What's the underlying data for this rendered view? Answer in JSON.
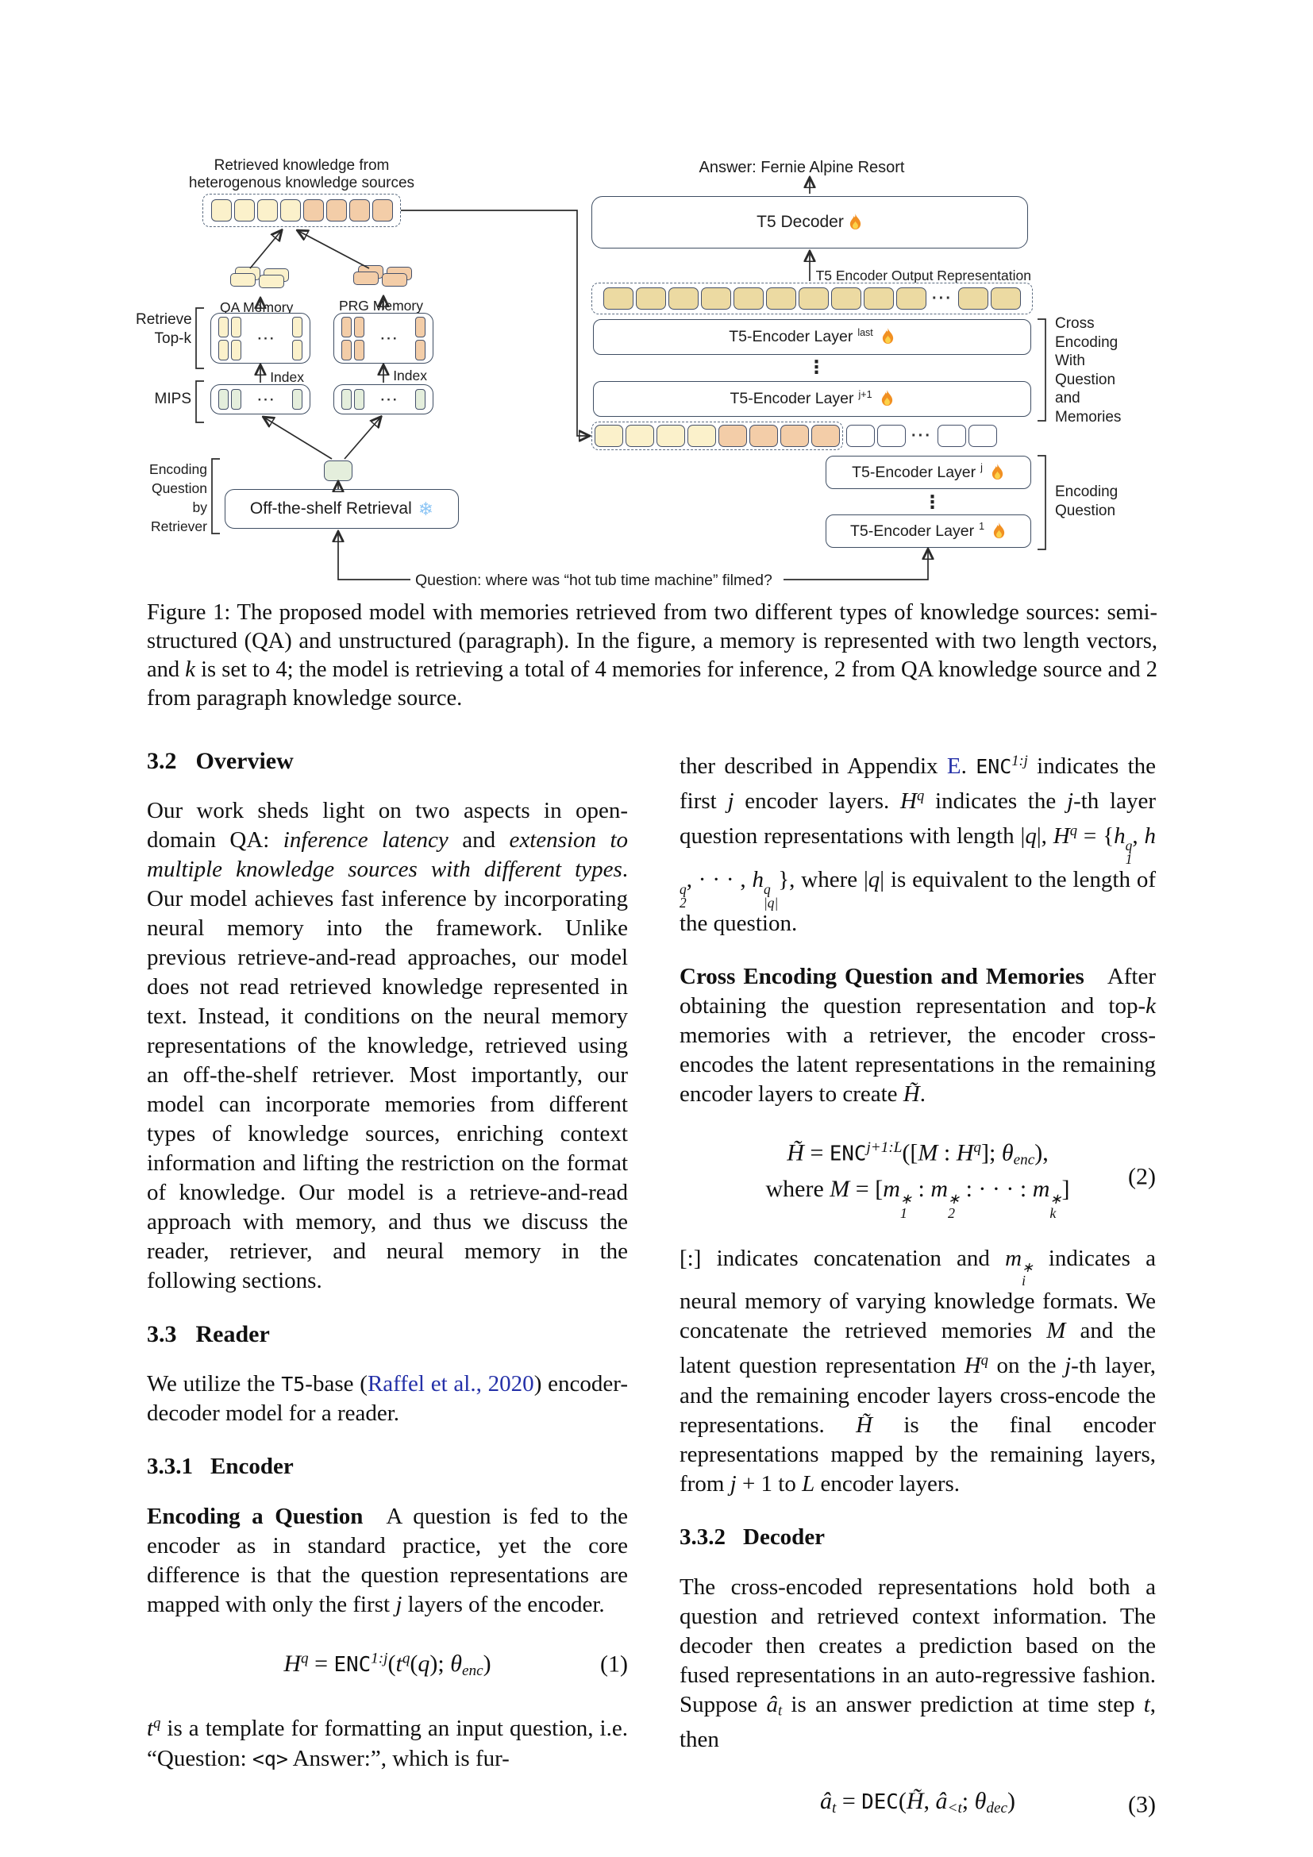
{
  "figure": {
    "ellipsis": "···",
    "vdots": "⋮",
    "question": "Question: where was “hot tub time machine” filmed?",
    "left": {
      "title1": "Retrieved knowledge from",
      "title2": "heterogenous knowledge sources",
      "top_tokens": [
        "cream",
        "cream",
        "cream",
        "cream",
        "peach",
        "peach",
        "peach",
        "peach"
      ],
      "qa_label": "QA Memory",
      "prg_label": "PRG Memory",
      "index_label": "Index",
      "retrieve_line1": "Retrieve",
      "retrieve_line2": "Top-k",
      "mips_label": "MIPS",
      "encq_line1": "Encoding",
      "encq_line2": "Question",
      "encq_line3": "by",
      "encq_line4": "Retriever",
      "offshelf_label": "Off-the-shelf Retrieval",
      "snowflake": "❄",
      "qa_grid": [
        "cream",
        "cream",
        "cream",
        "cream"
      ],
      "qa_side": [
        "cream",
        "cream"
      ],
      "prg_grid": [
        "peach",
        "peach",
        "peach",
        "peach"
      ],
      "prg_side": [
        "peach",
        "peach"
      ],
      "index_grid": [
        "green",
        "green"
      ],
      "index_side": [
        "green"
      ]
    },
    "right": {
      "answer": "Answer: Fernie Alpine Resort",
      "decoder_label": "T5 Decoder",
      "output_label": "T5 Encoder Output Representation",
      "layer_prefix": "T5-Encoder Layer",
      "sup_last": "last",
      "sup_j1": "j+1",
      "sup_j": "j",
      "sup_1": "1",
      "cross_lines": [
        "Cross",
        "Encoding",
        "With",
        "Question",
        "and",
        "Memories"
      ],
      "encq_1": "Encoding",
      "encq_2": "Question",
      "output_tokens": [
        "khaki",
        "khaki",
        "khaki",
        "khaki",
        "khaki",
        "khaki",
        "khaki",
        "khaki",
        "khaki",
        "khaki",
        "dots",
        "khaki",
        "khaki"
      ],
      "mem_tokens": [
        "cream",
        "cream",
        "cream",
        "cream",
        "peach",
        "peach",
        "peach",
        "peach"
      ],
      "plain_tokens": [
        "white",
        "white",
        "dots",
        "white",
        "white"
      ]
    }
  },
  "caption": {
    "segs": [
      {
        "t": "Figure 1: The proposed model with memories retrieved from two different types of knowledge sources: semi-structured (QA) and unstructured (paragraph). In the figure, a memory is represented with two length vectors, and "
      },
      {
        "t": "k",
        "c": "i"
      },
      {
        "t": " is set to 4; the model is retrieving a total of 4 memories for inference, 2 from QA knowledge source and 2 from paragraph knowledge source."
      }
    ]
  },
  "sections": {
    "s32": {
      "num": "3.2",
      "title": "Overview"
    },
    "s33": {
      "num": "3.3",
      "title": "Reader"
    },
    "s331": {
      "num": "3.3.1",
      "title": "Encoder"
    },
    "s332": {
      "num": "3.3.2",
      "title": "Decoder"
    }
  },
  "left_col": {
    "p1": [
      {
        "t": "Our work sheds light on two aspects in open-domain QA: "
      },
      {
        "t": "inference latency",
        "c": "i"
      },
      {
        "t": " and "
      },
      {
        "t": "extension to multiple knowledge sources with different types",
        "c": "i"
      },
      {
        "t": ". Our model achieves fast inference by incorporating neural memory into the framework. Unlike previous retrieve-and-read approaches, our model does not read retrieved knowledge represented in text. Instead, it conditions on the neural memory representations of the knowledge, retrieved using an off-the-shelf retriever. Most importantly, our model can incorporate memories from different types of knowledge sources, enriching context information and lifting the restriction on the format of knowledge. Our model is a retrieve-and-read approach with memory, and thus we discuss the reader, retriever, and neural memory in the following sections."
      }
    ],
    "p2": [
      {
        "t": "We utilize the "
      },
      {
        "t": "T5",
        "c": "m"
      },
      {
        "t": "-base ("
      },
      {
        "t": "Raffel et al., 2020",
        "c": "link"
      },
      {
        "t": ") encoder-decoder model for a reader."
      }
    ],
    "p3": [
      {
        "t": "Encoding a Question",
        "c": "b"
      },
      {
        "t": "  A question is fed to the encoder as in standard practice, yet the core difference is that the question representations are mapped with only the first "
      },
      {
        "t": "j",
        "c": "i"
      },
      {
        "t": " layers of the encoder."
      }
    ],
    "eq1": [
      {
        "t": "H",
        "c": "i"
      },
      {
        "t": "q",
        "c": "sup"
      },
      {
        "t": " = "
      },
      {
        "t": "ENC",
        "c": "m"
      },
      {
        "t": "1:j",
        "c": "sup"
      },
      {
        "t": "("
      },
      {
        "t": "t",
        "c": "i"
      },
      {
        "t": "q",
        "c": "sup"
      },
      {
        "t": "("
      },
      {
        "t": "q",
        "c": "i"
      },
      {
        "t": "); "
      },
      {
        "t": "θ",
        "c": "i"
      },
      {
        "t": "enc",
        "c": "sub"
      },
      {
        "t": ")"
      }
    ],
    "eq1_num": "(1)",
    "p4": [
      {
        "t": "t",
        "c": "i"
      },
      {
        "t": "q",
        "c": "sup"
      },
      {
        "t": " is a template for formatting an input question, i.e. “Question: "
      },
      {
        "t": "<q>",
        "c": "m"
      },
      {
        "t": " Answer:”, which is fur-"
      }
    ]
  },
  "right_col": {
    "p5": [
      {
        "t": "ther described in Appendix "
      },
      {
        "t": "E",
        "c": "link"
      },
      {
        "t": ". "
      },
      {
        "t": "ENC",
        "c": "m"
      },
      {
        "t": "1:j",
        "c": "sup"
      },
      {
        "t": " indicates the first "
      },
      {
        "t": "j",
        "c": "i"
      },
      {
        "t": " encoder layers.  "
      },
      {
        "t": "H",
        "c": "i"
      },
      {
        "t": "q",
        "c": "sup"
      },
      {
        "t": " indicates the "
      },
      {
        "t": "j",
        "c": "i"
      },
      {
        "t": "-th layer question representations with length |"
      },
      {
        "t": "q",
        "c": "i"
      },
      {
        "t": "|, "
      },
      {
        "t": "H",
        "c": "i"
      },
      {
        "t": "q",
        "c": "sup"
      },
      {
        "t": " = {"
      },
      {
        "t": "h",
        "c": "i",
        "ss": [
          "q",
          "1"
        ]
      },
      {
        "t": ", "
      },
      {
        "t": "h",
        "c": "i",
        "ss": [
          "q",
          "2"
        ]
      },
      {
        "t": ", · · · , "
      },
      {
        "t": "h",
        "c": "i",
        "ss": [
          "q",
          "|q|"
        ]
      },
      {
        "t": "}, where |"
      },
      {
        "t": "q",
        "c": "i"
      },
      {
        "t": "| is equivalent to the length of the question."
      }
    ],
    "p6": [
      {
        "t": "Cross Encoding Question and Memories",
        "c": "b"
      },
      {
        "t": "  After obtaining the question representation and top-"
      },
      {
        "t": "k",
        "c": "i"
      },
      {
        "t": " memories with a retriever, the encoder cross-encodes the latent representations in the remaining encoder layers to create "
      },
      {
        "t": "H̃",
        "c": "i"
      },
      {
        "t": "."
      }
    ],
    "eq2_line1": [
      {
        "t": "H̃",
        "c": "i"
      },
      {
        "t": " = "
      },
      {
        "t": "ENC",
        "c": "m"
      },
      {
        "t": "j+1:L",
        "c": "sup"
      },
      {
        "t": "(["
      },
      {
        "t": "M",
        "c": "i"
      },
      {
        "t": " : "
      },
      {
        "t": "H",
        "c": "i"
      },
      {
        "t": "q",
        "c": "sup"
      },
      {
        "t": "]; "
      },
      {
        "t": "θ",
        "c": "i"
      },
      {
        "t": "enc",
        "c": "sub"
      },
      {
        "t": "),"
      }
    ],
    "eq2_line2": [
      {
        "t": "where "
      },
      {
        "t": "M",
        "c": "i"
      },
      {
        "t": " = ["
      },
      {
        "t": "m",
        "c": "i",
        "ss": [
          "∗",
          "1"
        ]
      },
      {
        "t": " : "
      },
      {
        "t": "m",
        "c": "i",
        "ss": [
          "∗",
          "2"
        ]
      },
      {
        "t": " : · · · : "
      },
      {
        "t": "m",
        "c": "i",
        "ss": [
          "∗",
          "k"
        ]
      },
      {
        "t": "]"
      }
    ],
    "eq2_num": "(2)",
    "p7": [
      {
        "t": "[:] indicates concatenation and "
      },
      {
        "t": "m",
        "c": "i",
        "ss": [
          "∗",
          "i"
        ]
      },
      {
        "t": " indicates a neural memory of varying knowledge formats. We concatenate the retrieved memories "
      },
      {
        "t": "M",
        "c": "i"
      },
      {
        "t": " and the latent question representation "
      },
      {
        "t": "H",
        "c": "i"
      },
      {
        "t": "q",
        "c": "sup"
      },
      {
        "t": " on the "
      },
      {
        "t": "j",
        "c": "i"
      },
      {
        "t": "-th layer, and the remaining encoder layers cross-encode the representations. "
      },
      {
        "t": "H̃",
        "c": "i"
      },
      {
        "t": " is the final encoder representations mapped by the remaining layers, from "
      },
      {
        "t": "j",
        "c": "i"
      },
      {
        "t": " + 1 to "
      },
      {
        "t": "L",
        "c": "i"
      },
      {
        "t": " encoder layers."
      }
    ],
    "p8": [
      {
        "t": "The cross-encoded representations hold both a question and retrieved context information. The decoder then creates a prediction based on the fused representations in an auto-regressive fashion. Suppose "
      },
      {
        "t": "â",
        "c": "i"
      },
      {
        "t": "t",
        "c": "sub"
      },
      {
        "t": " is an answer prediction at time step "
      },
      {
        "t": "t",
        "c": "i"
      },
      {
        "t": ", then"
      }
    ],
    "eq3": [
      {
        "t": "â",
        "c": "i"
      },
      {
        "t": "t",
        "c": "sub"
      },
      {
        "t": " = "
      },
      {
        "t": "DEC",
        "c": "m"
      },
      {
        "t": "("
      },
      {
        "t": "H̃",
        "c": "i"
      },
      {
        "t": ", "
      },
      {
        "t": "â",
        "c": "i"
      },
      {
        "t": "<t",
        "c": "sub"
      },
      {
        "t": "; "
      },
      {
        "t": "θ",
        "c": "i"
      },
      {
        "t": "dec",
        "c": "sub"
      },
      {
        "t": ")"
      }
    ],
    "eq3_num": "(3)"
  }
}
